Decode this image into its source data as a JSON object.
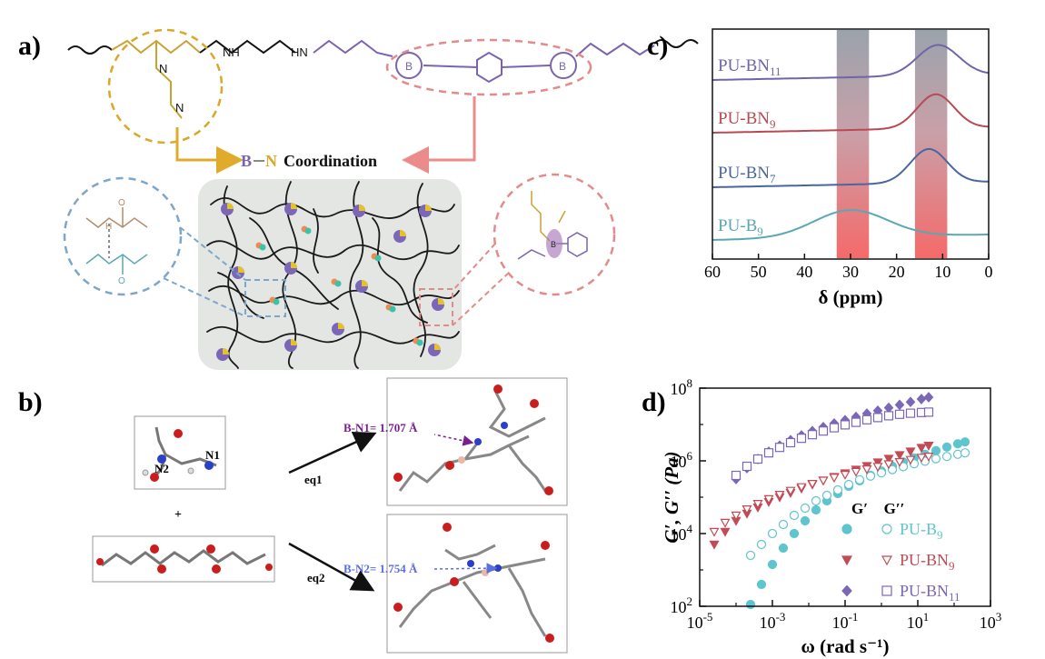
{
  "panels": {
    "a": "a)",
    "b": "b)",
    "c": "c)",
    "d": "d)"
  },
  "panel_a": {
    "coordination_b": "B",
    "coordination_n": "N",
    "coordination_word": "Coordination",
    "atoms": {
      "N": "N",
      "O": "O",
      "B": "B",
      "H": "H",
      "NH": "NH",
      "HN": "HN"
    }
  },
  "panel_b": {
    "atom_n1": "N1",
    "atom_n2": "N2",
    "plus": "+",
    "eq1": "eq1",
    "eq2": "eq2",
    "bn1": "B-N1= 1.707 Å",
    "bn2": "B-N2= 1.754 Å"
  },
  "colors": {
    "yellow": "#d9a826",
    "purple": "#7b63b0",
    "pink": "#e38a8a",
    "blue_dash": "#7ea6c8",
    "salmon": "#f07878",
    "teal": "#5cbdc8",
    "red_marker": "#c24b55",
    "violet_marker": "#7b66b8",
    "bn1_color": "#7a1f8f",
    "bn2_color": "#5a6fe0"
  },
  "chart_data": [
    {
      "type": "line",
      "panel": "c",
      "xlabel": "δ (ppm)",
      "xlim": [
        60,
        0
      ],
      "x_ticks": [
        "60",
        "50",
        "40",
        "30",
        "20",
        "10",
        "0"
      ],
      "shaded_regions_ppm": [
        [
          33,
          26
        ],
        [
          16,
          9
        ]
      ],
      "series": [
        {
          "name": "PU-BN",
          "subscript": "11",
          "color": "#6e66a8",
          "peak_ppm": 11,
          "peak_height": 0.45,
          "width": 4.5
        },
        {
          "name": "PU-BN",
          "subscript": "9",
          "color": "#b94a55",
          "peak_ppm": 11.5,
          "peak_height": 0.5,
          "width": 4.0
        },
        {
          "name": "PU-BN",
          "subscript": "7",
          "color": "#4a66a0",
          "peak_ppm": 13,
          "peak_height": 0.5,
          "width": 4.0
        },
        {
          "name": "PU-B",
          "subscript": "9",
          "color": "#5aa8b4",
          "peak_ppm": 30,
          "peak_height": 0.4,
          "width": 8.0
        }
      ]
    },
    {
      "type": "scatter",
      "panel": "d",
      "xlabel": "ω (rad s⁻¹)",
      "ylabel": "G′, G′′ (Pa)",
      "x_scale": "log",
      "y_scale": "log",
      "xlim_exp": [
        -5,
        3
      ],
      "ylim_exp": [
        2,
        8
      ],
      "x_ticks_exp": [
        -5,
        -3,
        -1,
        1,
        3
      ],
      "y_ticks_exp": [
        2,
        4,
        6,
        8
      ],
      "legend_headers": [
        "G′",
        "G′′"
      ],
      "series": [
        {
          "name": "PU-B",
          "subscript": "9",
          "modulus": "G′",
          "marker": "circle",
          "filled": true,
          "color": "#5ec4cf",
          "points": [
            [
              -3.6,
              2.05
            ],
            [
              -3.3,
              2.6
            ],
            [
              -3.0,
              3.15
            ],
            [
              -2.7,
              3.6
            ],
            [
              -2.4,
              4.0
            ],
            [
              -2.1,
              4.35
            ],
            [
              -1.8,
              4.65
            ],
            [
              -1.5,
              4.9
            ],
            [
              -1.2,
              5.1
            ],
            [
              -0.9,
              5.3
            ],
            [
              -0.6,
              5.45
            ],
            [
              -0.3,
              5.6
            ],
            [
              0.0,
              5.72
            ],
            [
              0.3,
              5.85
            ],
            [
              0.6,
              5.97
            ],
            [
              0.9,
              6.08
            ],
            [
              1.2,
              6.18
            ],
            [
              1.5,
              6.28
            ],
            [
              1.8,
              6.38
            ],
            [
              2.1,
              6.47
            ],
            [
              2.3,
              6.52
            ]
          ]
        },
        {
          "name": "PU-B",
          "subscript": "9",
          "modulus": "G′′",
          "marker": "circle",
          "filled": false,
          "color": "#5ec4cf",
          "points": [
            [
              -3.6,
              3.4
            ],
            [
              -3.3,
              3.7
            ],
            [
              -3.0,
              4.0
            ],
            [
              -2.7,
              4.25
            ],
            [
              -2.4,
              4.5
            ],
            [
              -2.1,
              4.7
            ],
            [
              -1.8,
              4.9
            ],
            [
              -1.5,
              5.05
            ],
            [
              -1.2,
              5.2
            ],
            [
              -0.9,
              5.35
            ],
            [
              -0.6,
              5.48
            ],
            [
              -0.3,
              5.58
            ],
            [
              0.0,
              5.67
            ],
            [
              0.3,
              5.76
            ],
            [
              0.6,
              5.84
            ],
            [
              0.9,
              5.92
            ],
            [
              1.2,
              5.99
            ],
            [
              1.5,
              6.06
            ],
            [
              1.8,
              6.12
            ],
            [
              2.1,
              6.18
            ],
            [
              2.3,
              6.22
            ]
          ]
        },
        {
          "name": "PU-BN",
          "subscript": "9",
          "modulus": "G′",
          "marker": "triangle",
          "filled": true,
          "color": "#c24b55",
          "points": [
            [
              -4.6,
              3.7
            ],
            [
              -4.3,
              4.05
            ],
            [
              -4.0,
              4.35
            ],
            [
              -3.7,
              4.55
            ],
            [
              -3.4,
              4.72
            ],
            [
              -3.1,
              4.87
            ],
            [
              -2.8,
              5.0
            ],
            [
              -2.5,
              5.12
            ],
            [
              -2.2,
              5.24
            ],
            [
              -1.9,
              5.35
            ],
            [
              -1.6,
              5.46
            ],
            [
              -1.3,
              5.56
            ],
            [
              -1.0,
              5.66
            ],
            [
              -0.7,
              5.76
            ],
            [
              -0.4,
              5.86
            ],
            [
              -0.1,
              5.96
            ],
            [
              0.2,
              6.06
            ],
            [
              0.5,
              6.16
            ],
            [
              0.8,
              6.26
            ],
            [
              1.1,
              6.36
            ],
            [
              1.3,
              6.42
            ]
          ]
        },
        {
          "name": "PU-BN",
          "subscript": "9",
          "modulus": "G′′",
          "marker": "triangle-down",
          "filled": false,
          "color": "#c24b55",
          "points": [
            [
              -4.6,
              4.05
            ],
            [
              -4.3,
              4.3
            ],
            [
              -4.0,
              4.5
            ],
            [
              -3.7,
              4.67
            ],
            [
              -3.4,
              4.82
            ],
            [
              -3.1,
              4.95
            ],
            [
              -2.8,
              5.07
            ],
            [
              -2.5,
              5.18
            ],
            [
              -2.2,
              5.28
            ],
            [
              -1.9,
              5.37
            ],
            [
              -1.6,
              5.46
            ],
            [
              -1.3,
              5.54
            ],
            [
              -1.0,
              5.62
            ],
            [
              -0.7,
              5.7
            ],
            [
              -0.4,
              5.77
            ],
            [
              -0.1,
              5.84
            ],
            [
              0.2,
              5.91
            ],
            [
              0.5,
              5.97
            ],
            [
              0.8,
              6.03
            ],
            [
              1.1,
              6.09
            ],
            [
              1.3,
              6.12
            ]
          ]
        },
        {
          "name": "PU-BN",
          "subscript": "11",
          "modulus": "G′",
          "marker": "diamond",
          "filled": true,
          "color": "#7b66b8",
          "points": [
            [
              -4.0,
              5.5
            ],
            [
              -3.7,
              5.8
            ],
            [
              -3.4,
              6.05
            ],
            [
              -3.1,
              6.25
            ],
            [
              -2.8,
              6.42
            ],
            [
              -2.5,
              6.57
            ],
            [
              -2.2,
              6.7
            ],
            [
              -1.9,
              6.82
            ],
            [
              -1.6,
              6.93
            ],
            [
              -1.3,
              7.03
            ],
            [
              -1.0,
              7.12
            ],
            [
              -0.7,
              7.21
            ],
            [
              -0.4,
              7.3
            ],
            [
              -0.1,
              7.38
            ],
            [
              0.2,
              7.46
            ],
            [
              0.5,
              7.54
            ],
            [
              0.8,
              7.62
            ],
            [
              1.1,
              7.7
            ],
            [
              1.3,
              7.75
            ]
          ]
        },
        {
          "name": "PU-BN",
          "subscript": "11",
          "modulus": "G′′",
          "marker": "square",
          "filled": false,
          "color": "#7b66b8",
          "points": [
            [
              -4.0,
              5.6
            ],
            [
              -3.7,
              5.85
            ],
            [
              -3.4,
              6.05
            ],
            [
              -3.1,
              6.22
            ],
            [
              -2.8,
              6.37
            ],
            [
              -2.5,
              6.5
            ],
            [
              -2.2,
              6.62
            ],
            [
              -1.9,
              6.72
            ],
            [
              -1.6,
              6.82
            ],
            [
              -1.3,
              6.91
            ],
            [
              -1.0,
              6.99
            ],
            [
              -0.7,
              7.06
            ],
            [
              -0.4,
              7.13
            ],
            [
              -0.1,
              7.19
            ],
            [
              0.2,
              7.24
            ],
            [
              0.5,
              7.28
            ],
            [
              0.8,
              7.31
            ],
            [
              1.1,
              7.33
            ],
            [
              1.3,
              7.34
            ]
          ]
        }
      ]
    }
  ]
}
